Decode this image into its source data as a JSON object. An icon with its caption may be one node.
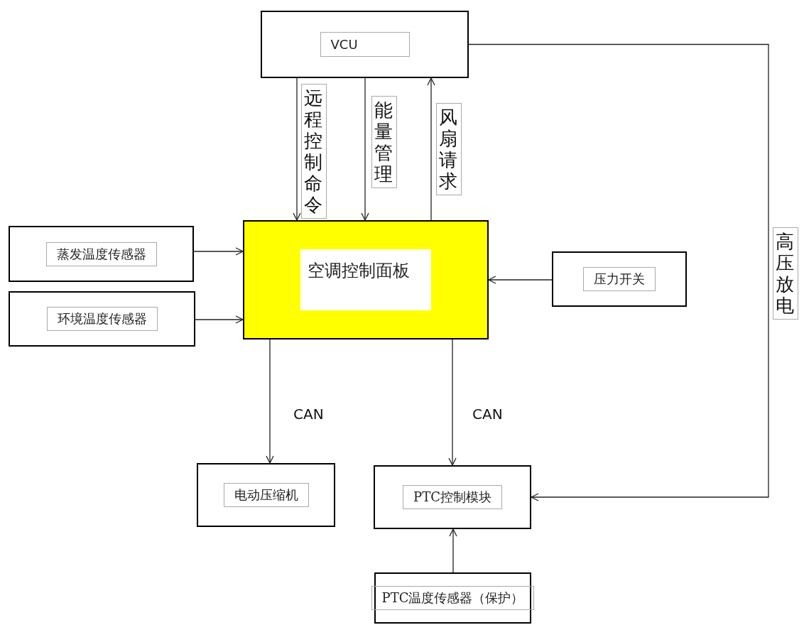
{
  "diagram": {
    "nodes": [
      {
        "text": [
          "VCU"
        ]
      },
      {
        "text": [
          "空调控制面板"
        ]
      },
      {
        "text": [
          "蒸发温度传感器"
        ]
      },
      {
        "text": [
          "环境温度传感器"
        ]
      },
      {
        "text": [
          "压力开关"
        ]
      },
      {
        "text": [
          "电动压缩机"
        ]
      },
      {
        "text": [
          "PTC控制模块"
        ]
      },
      {
        "text": [
          "PTC温度传感器（保护）"
        ]
      }
    ],
    "edges": [
      {
        "from": 0,
        "to": 1,
        "arrow": "to",
        "label": "远程控制命令"
      },
      {
        "from": 0,
        "to": 1,
        "arrow": "to",
        "label": "能量管理"
      },
      {
        "from": 1,
        "to": 0,
        "arrow": "to",
        "label": "风扇请求"
      },
      {
        "from": 2,
        "to": 1,
        "arrow": "to"
      },
      {
        "from": 3,
        "to": 1,
        "arrow": "to"
      },
      {
        "from": 4,
        "to": 1,
        "arrow": "to"
      },
      {
        "from": 1,
        "to": 5,
        "arrow": "to",
        "label": "CAN"
      },
      {
        "from": 1,
        "to": 6,
        "arrow": "to",
        "label": "CAN"
      },
      {
        "from": 0,
        "to": 6,
        "arrow": "to",
        "label": "高压放电"
      },
      {
        "from": 7,
        "to": 6,
        "arrow": "to"
      }
    ]
  }
}
